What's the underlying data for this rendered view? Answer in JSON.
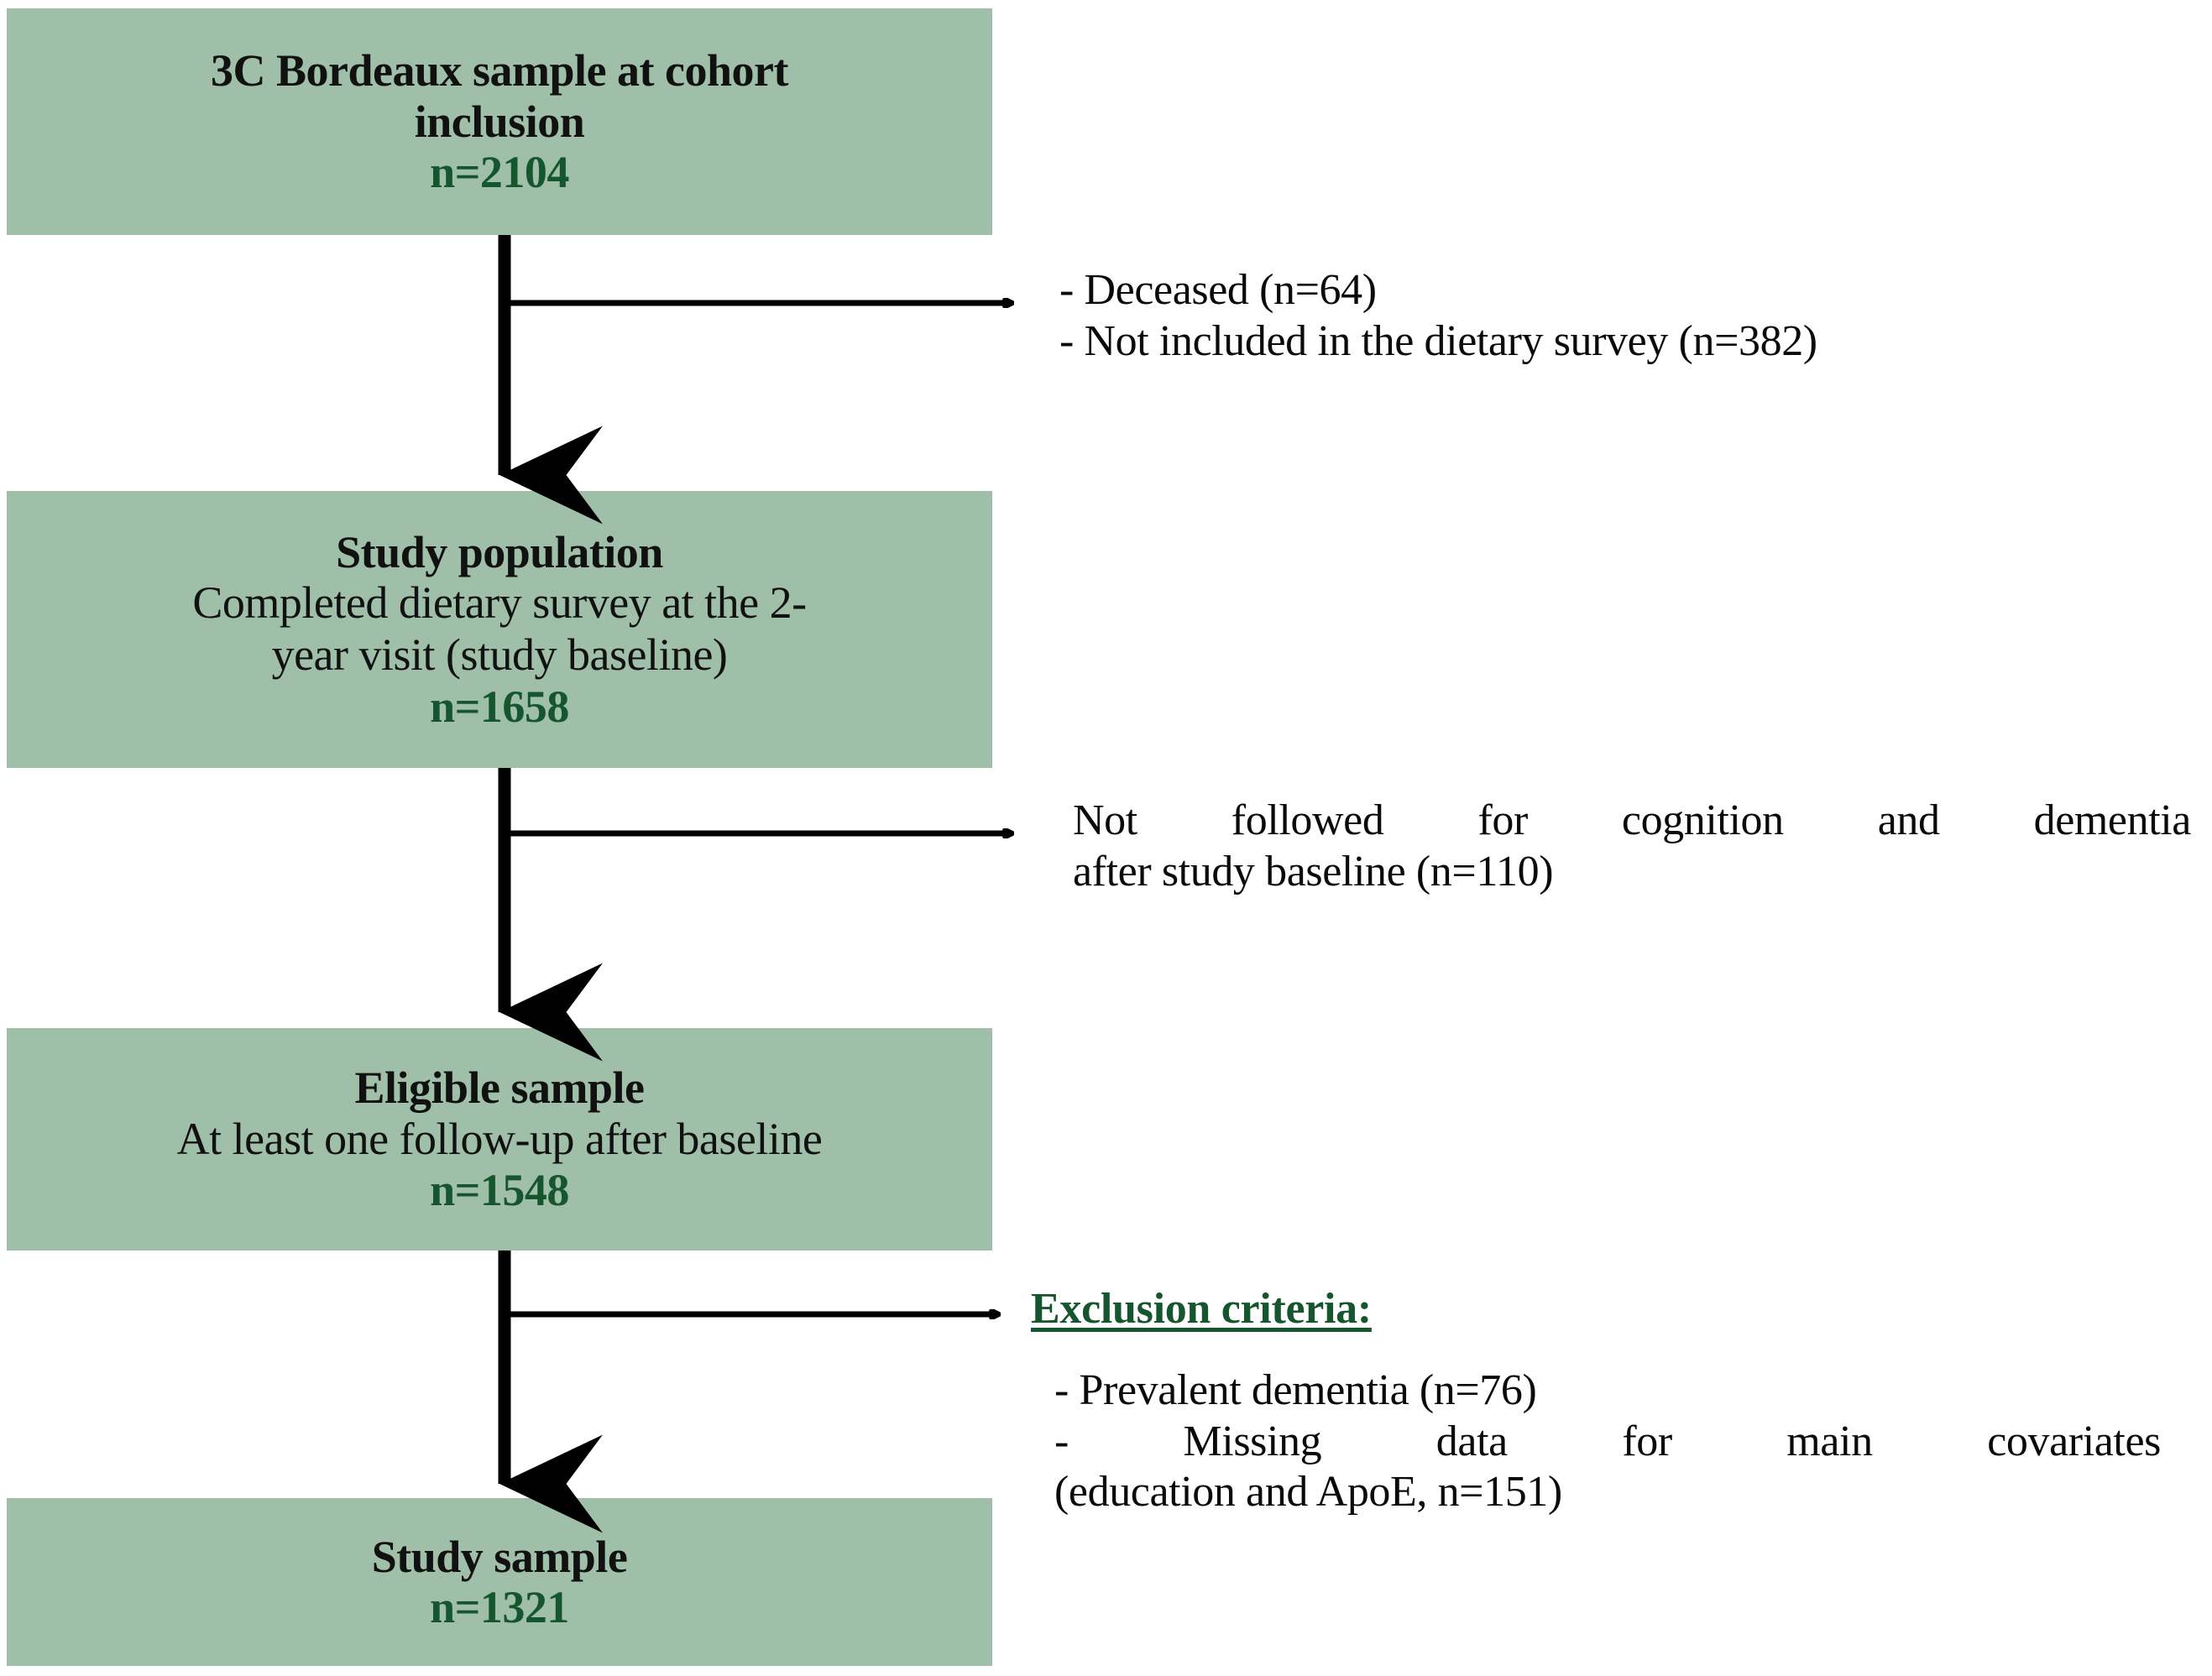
{
  "diagram": {
    "title": "Study population flow diagram",
    "colors": {
      "box_fill": "#9fbfa9",
      "count_text": "#16562f",
      "body_text": "#0a0a0a",
      "connector": "#000000",
      "background": "#ffffff"
    }
  },
  "boxes": [
    {
      "id": "cohort",
      "title": "3C Bordeaux sample at cohort",
      "title2": "inclusion",
      "sub": "",
      "sub2": "",
      "n": "n=2104"
    },
    {
      "id": "population",
      "title": "Study population",
      "title2": "",
      "sub": "Completed dietary survey at the 2-",
      "sub2": "year visit (study baseline)",
      "n": "n=1658"
    },
    {
      "id": "eligible",
      "title": "Eligible sample",
      "title2": "",
      "sub": "At least one follow-up after baseline",
      "sub2": "",
      "n": "n=1548"
    },
    {
      "id": "sample",
      "title": "Study sample",
      "title2": "",
      "sub": "",
      "sub2": "",
      "n": "n=1321"
    }
  ],
  "notes": {
    "excluded_at_inclusion": {
      "line1": "- Deceased (n=64)",
      "line2": "- Not included in the dietary survey (n=382)"
    },
    "not_followed": {
      "line1": "Not followed for cognition and dementia",
      "line2": "after study baseline (n=110)"
    },
    "exclusion_criteria": {
      "heading": "Exclusion criteria:",
      "item1": "- Prevalent dementia (n=76)",
      "item2_line1": "- Missing data for main covariates",
      "item2_line2": "(education and ApoE, n=151)"
    }
  }
}
